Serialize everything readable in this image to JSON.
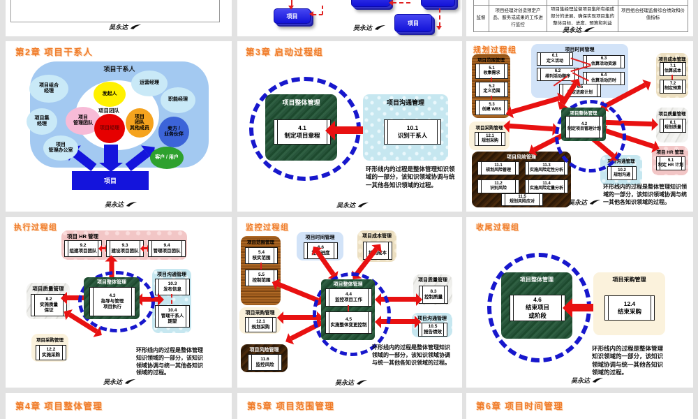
{
  "common": {
    "signature": "吴永达",
    "ring_note": "环形线内的过程是整体管理知识领域的一部分，该知识领域协调与统一其他各知识领域的过程。",
    "integration_label": "项目整体管理"
  },
  "top_mid": {
    "project_box": "项目"
  },
  "top_table": {
    "row_header": "监督",
    "col1": "项目经理对创造预定产品、服务或成果的工作进行监控",
    "col2": "项目集经理监督项目集所有组成部分的进展，确保实现项目集的整体目标、进度、预算和利益",
    "col3": "项目组合经理监督综合绩效和价值指标"
  },
  "stakeholders": {
    "title": "第2章 项目干系人",
    "panel_label": "项目干系人",
    "team_label": "项目团队",
    "project_box": "项目",
    "circle_portfolio": "项目组合\n经理",
    "circle_ops": "运营经理",
    "circle_functional": "职能经理",
    "circle_sponsor": "发起人",
    "circle_program": "项目集\n经理",
    "circle_pm_team": "项目\n管理团队",
    "circle_pm": "项目经理",
    "circle_team_members": "项目\n团队\n其他成员",
    "circle_sellers": "卖方 /\n业务伙伴",
    "circle_pmo": "项目\n管理办公室",
    "circle_customers": "客户 / 用户"
  },
  "initiating": {
    "title": "第3章 启动过程组",
    "integration_box": "4.1\n制定项目章程",
    "comms_label": "项目沟通管理",
    "comms_box": "10.1\n识别干系人"
  },
  "planning": {
    "title": "规划过程组",
    "scope_label": "项目范围管理",
    "scope_items": [
      "5.1\n收集需求",
      "5.2\n定义范围",
      "5.3\n创建 WBS"
    ],
    "time_label": "项目时间管理",
    "time_items": [
      "6.1\n定义活动",
      "6.2\n排列活动顺序",
      "6.3\n估算活动资源",
      "6.4\n估算活动历时",
      "6.5\n制定进度计划"
    ],
    "cost_label": "项目成本管理",
    "cost_items": [
      "7.1\n估算成本",
      "7.2\n制定预算"
    ],
    "quality_label": "项目质量管理",
    "quality_item": "8.1\n规划质量",
    "hr_label": "项目 HR 管理",
    "hr_item": "9.1\n制定 HR 计划",
    "comms_label": "项目沟通管理",
    "comms_item": "10.2\n规划沟通",
    "risk_label": "项目风险管理",
    "risk_items": [
      "11.1\n规划风险管理",
      "11.2\n识别风险",
      "11.3\n实施风险定性分析",
      "11.4\n实施风险定量分析",
      "11.5\n规划风险应对"
    ],
    "proc_label": "项目采购管理",
    "proc_item": "12.1\n规划采购",
    "integration_box": "4.2\n制定项目管理计划"
  },
  "executing": {
    "title": "执行过程组",
    "hr_label": "项目 HR 管理",
    "hr_items": [
      "9.2\n组建项目团队",
      "9.3\n建设项目团队",
      "9.4\n管理项目团队"
    ],
    "quality_label": "项目质量管理",
    "quality_item": "8.2\n实施质量\n保证",
    "integration_box": "4.3\n指导与管理\n项目执行",
    "comms_label": "项目沟通管理",
    "comms_items": [
      "10.3\n发布信息",
      "10.4\n管理干系人\n期望"
    ],
    "proc_label": "项目采购管理",
    "proc_item": "12.2\n实施采购"
  },
  "monitoring": {
    "title": "监控过程组",
    "scope_label": "项目范围管理",
    "scope_items": [
      "5.4\n核实范围",
      "5.5\n控制范围"
    ],
    "time_label": "项目时间管理",
    "time_item": "6.6\n控制进度",
    "cost_label": "项目成本管理",
    "cost_item": "7.3\n控制成本",
    "quality_label": "项目质量管理",
    "quality_item": "8.3\n控制质量",
    "comms_label": "项目沟通管理",
    "comms_item": "10.5\n报告绩效",
    "proc_label": "项目采购管理",
    "proc_item": "12.1\n规划采购",
    "risk_label": "项目风险管理",
    "risk_item": "11.6\n监控风险",
    "integration_items": [
      "4.4\n监控项目工作",
      "4.5\n实施整体变更控制"
    ]
  },
  "closing": {
    "title": "收尾过程组",
    "integration_box": "4.6\n结束项目\n或阶段",
    "proc_label": "项目采购管理",
    "proc_box": "12.4\n结束采购"
  },
  "bottom_titles": {
    "ch4": "第4章 项目整体管理",
    "ch5": "第5章 项目范围管理",
    "ch6": "第6章 项目时间管理"
  }
}
